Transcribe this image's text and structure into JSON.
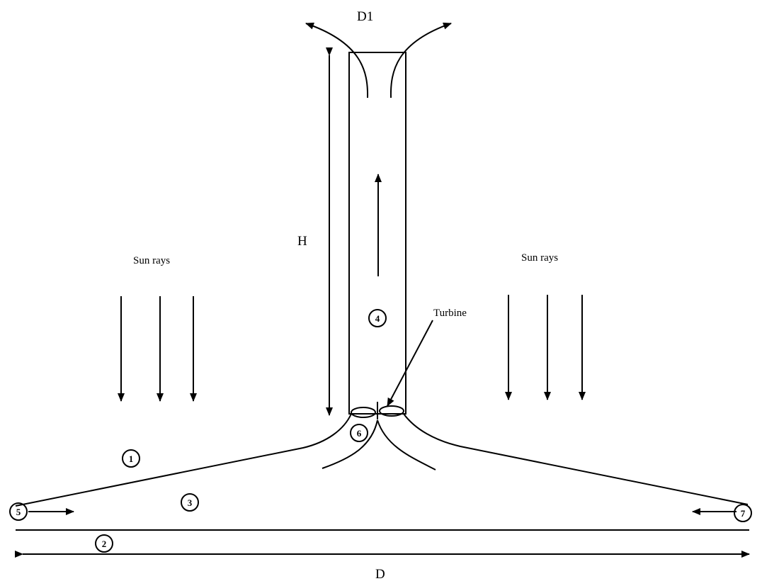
{
  "labels": {
    "d1": "D1",
    "h": "H",
    "d": "D",
    "sun_rays_left": "Sun rays",
    "sun_rays_right": "Sun rays",
    "turbine": "Turbine"
  },
  "markers": {
    "m1": "1",
    "m2": "2",
    "m3": "3",
    "m4": "4",
    "m5": "5",
    "m6": "6",
    "m7": "7"
  },
  "colors": {
    "stroke": "#000000",
    "background": "#ffffff"
  }
}
